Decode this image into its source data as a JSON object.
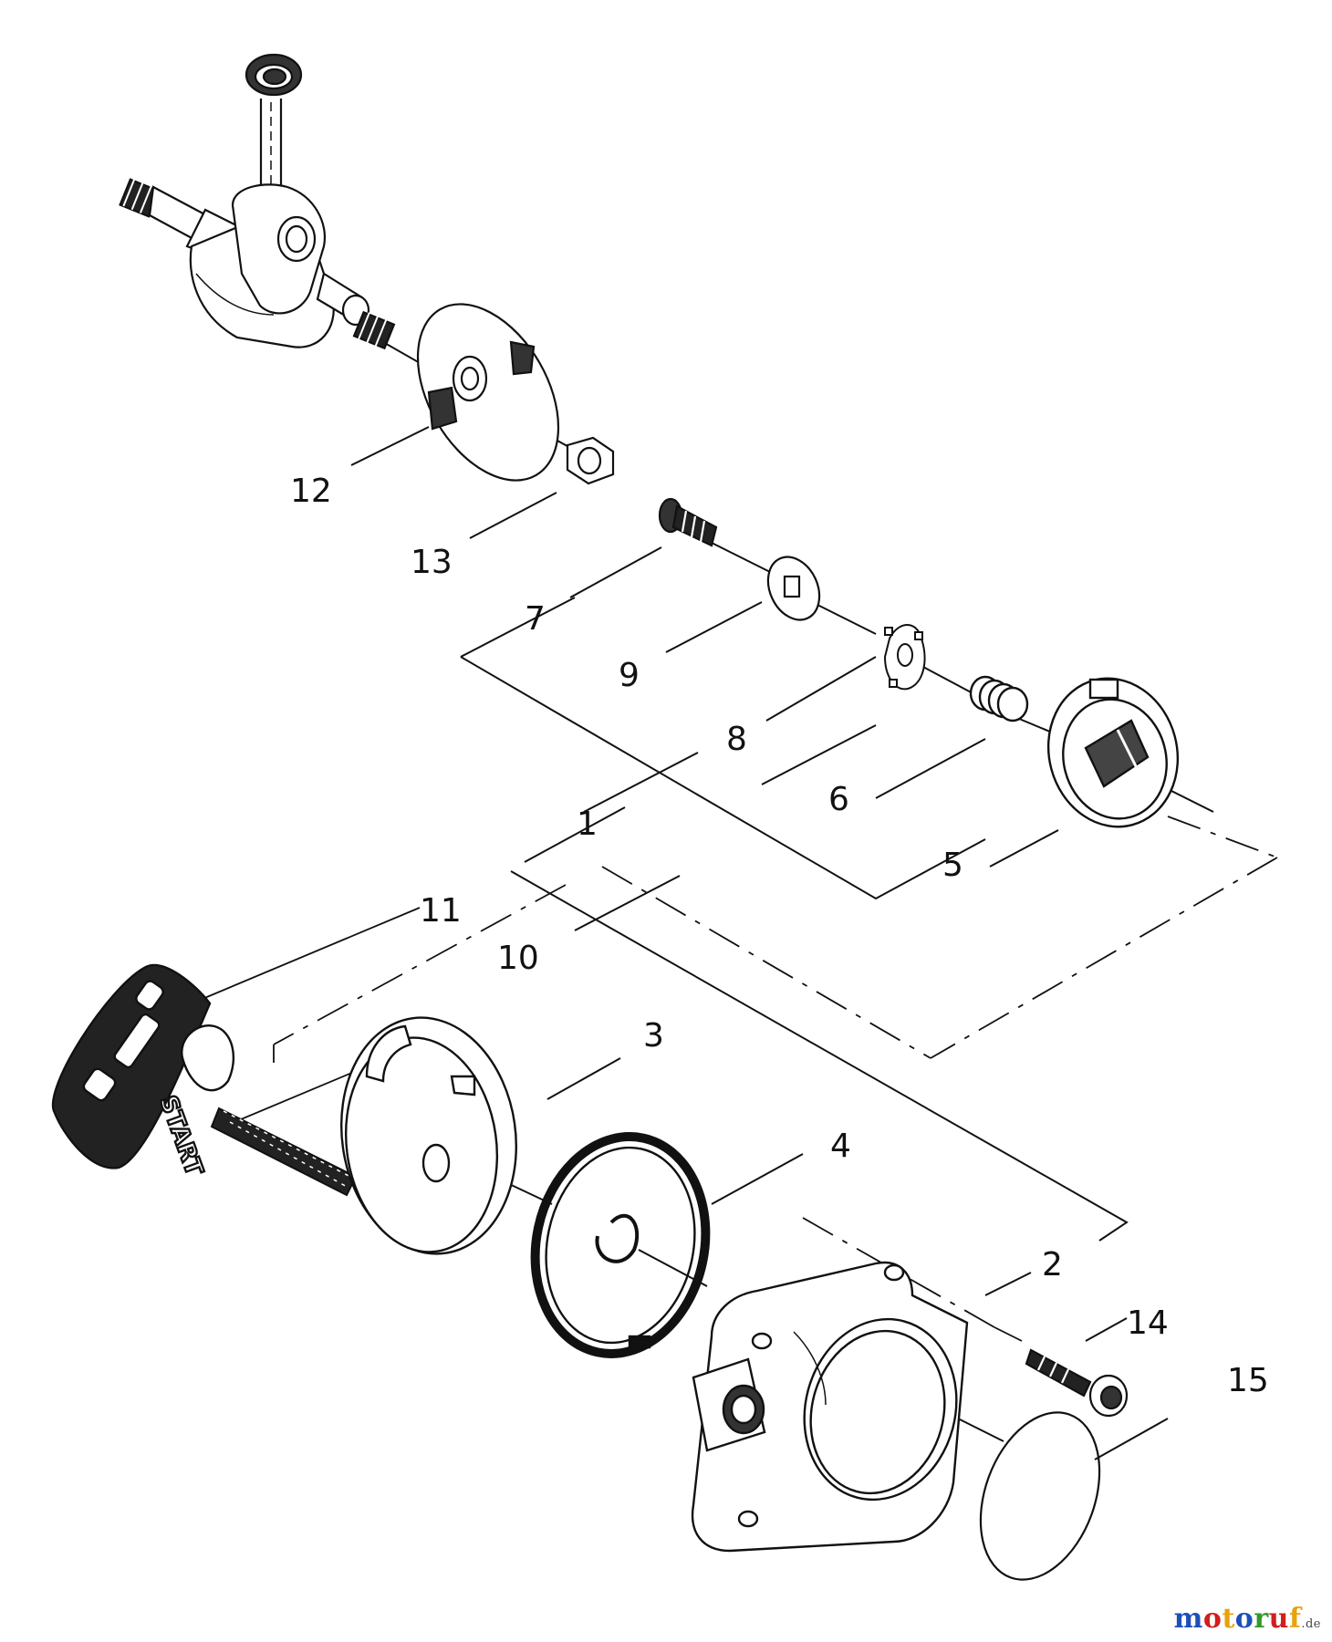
{
  "diagram": {
    "parts": [
      {
        "id": "p1",
        "label": "1"
      },
      {
        "id": "p2",
        "label": "2"
      },
      {
        "id": "p3",
        "label": "3"
      },
      {
        "id": "p4",
        "label": "4"
      },
      {
        "id": "p5",
        "label": "5"
      },
      {
        "id": "p6",
        "label": "6"
      },
      {
        "id": "p7",
        "label": "7"
      },
      {
        "id": "p8",
        "label": "8"
      },
      {
        "id": "p9",
        "label": "9"
      },
      {
        "id": "p10",
        "label": "10"
      },
      {
        "id": "p11",
        "label": "11"
      },
      {
        "id": "p12",
        "label": "12"
      },
      {
        "id": "p13",
        "label": "13"
      },
      {
        "id": "p14",
        "label": "14"
      },
      {
        "id": "p15",
        "label": "15"
      }
    ],
    "handle_text": "START"
  },
  "watermark": {
    "text": "motoruf",
    "suffix": ".de",
    "colors": [
      "#1d4fb8",
      "#d11e1e",
      "#e8a20c",
      "#1d4fb8",
      "#2f9a2b",
      "#d11e1e",
      "#e8a20c"
    ]
  }
}
